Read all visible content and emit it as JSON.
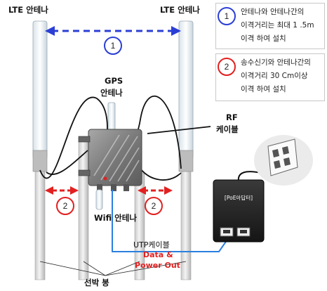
{
  "labels": {
    "lte_left": "LTE 안테나",
    "lte_right": "LTE 안테나",
    "gps_line1": "GPS",
    "gps_line2": "안테나",
    "rf_line1": "RF",
    "rf_line2": "케이블",
    "wifi": "Wifi 안테나",
    "utp": "UTP케이블",
    "data_line1": "Data &",
    "data_line2": "Power Out",
    "pole": "선박 봉",
    "poe": "[PoE아답터]"
  },
  "markers": {
    "m1": "1",
    "m2": "2",
    "m2_left": "2",
    "m2_right": "2",
    "m1_diagram": "1"
  },
  "notes": {
    "note1_line1": "안테나와 안테나간의",
    "note1_line2": "이격거리는 최대 1 .5m",
    "note1_line3": "이격 하여 설치",
    "note2_line1": "송수신기와 안테나간의",
    "note2_line2": "이격거리 30 Cm이상",
    "note2_line3": "이격 하여 설치"
  },
  "colors": {
    "blue_accent": "#2b3fd6",
    "red_accent": "#e22020",
    "data_text": "#e22020",
    "utp_line": "#2b7fe0"
  }
}
